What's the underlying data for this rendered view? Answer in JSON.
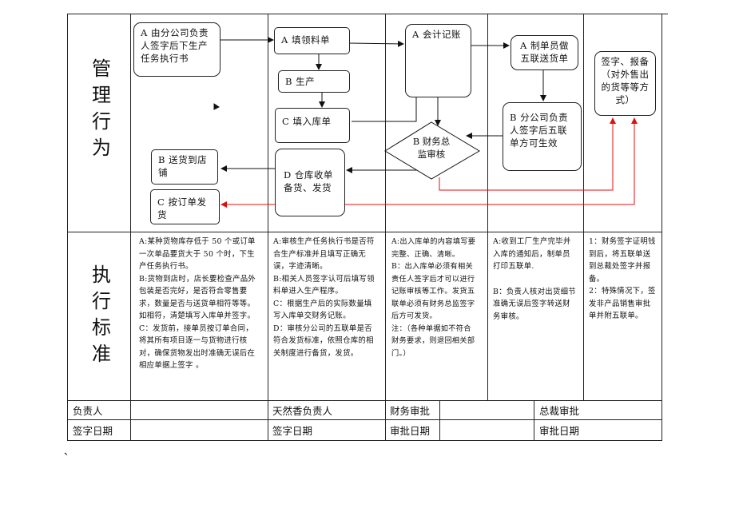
{
  "side_labels": {
    "management": [
      "管",
      "理",
      "行",
      "为"
    ],
    "standard": [
      "执",
      "行",
      "标",
      "准"
    ]
  },
  "flow": {
    "a_branch_sign": "A 由分公司负责人签字后下生产任务执行书",
    "a_fill_requisition": "A 填领料单",
    "b_produce": "B 生产",
    "c_fill_receipt": "C 填入库单",
    "a_accounting": "A 会计记账",
    "a_make_five_copy": "A 制单员做五联送货单",
    "b_branch_sign_five": "B 分公司负责人签字后五联单方可生效",
    "b_finance_review": "B 财务总监审核",
    "d_warehouse": "D 仓库收单备货、发货",
    "b_deliver_store": "B 送货到店铺",
    "c_order_ship": "C 按订单发货",
    "sign_report": "签字、报备（对外售出的货等等方式）"
  },
  "standards": {
    "col1": [
      "A:某种货物库存低于 50 个或订单一次单品要货大于 50 个时，下生产任务执行书。",
      "B:货物到店时，店长要检查产品外包装是否完好，是否符合零售要求，数量是否与送货单相符等等。如相符，清楚填写入库单并签字。",
      "C：发货前，接单员按订单合同，将其所有项目逐一与货物进行核对，确保货物发出时准确无误后在相应单据上签字 。"
    ],
    "col2": [
      "A:审核生产任务执行书是否符合生产标准并且填写正确无误，字迹清晰。",
      "B:相关人员签字认可后填写领料单进入生产程序。",
      "C：根据生产后的实际数量填写入库单交财务记账。",
      "D：审核分公司的五联单是否符合发货标准，依照仓库的相关制度进行备货，发货。"
    ],
    "col3": [
      "A:出入库单的内容填写要完整、正确、清晰。",
      "B：出入库单必须有相关责任人签字后才可以进行记账审核等工作。发货五联单必须有财务总监签字后方可发货。",
      "注：（各种单据如不符合财务要求，则退回相关部门。）"
    ],
    "col4": [
      "A:收到工厂生产完毕并入库的通知后，制单员打印五联单.",
      "B：负责人核对出货细节准确无误后签字转送财务审核。"
    ],
    "col5": [
      "1：财务签字证明钱到后，将五联单送到总裁处签字并报备。",
      "2：特殊情况下，签发非产品销售审批单并附五联单。"
    ]
  },
  "footer": {
    "row1": [
      "负责人",
      "天然香负责人",
      "财务审批",
      "总裁审批"
    ],
    "row2": [
      "签字日期",
      "签字日期",
      "审批日期",
      "审批日期"
    ]
  },
  "stray_mark": "、"
}
